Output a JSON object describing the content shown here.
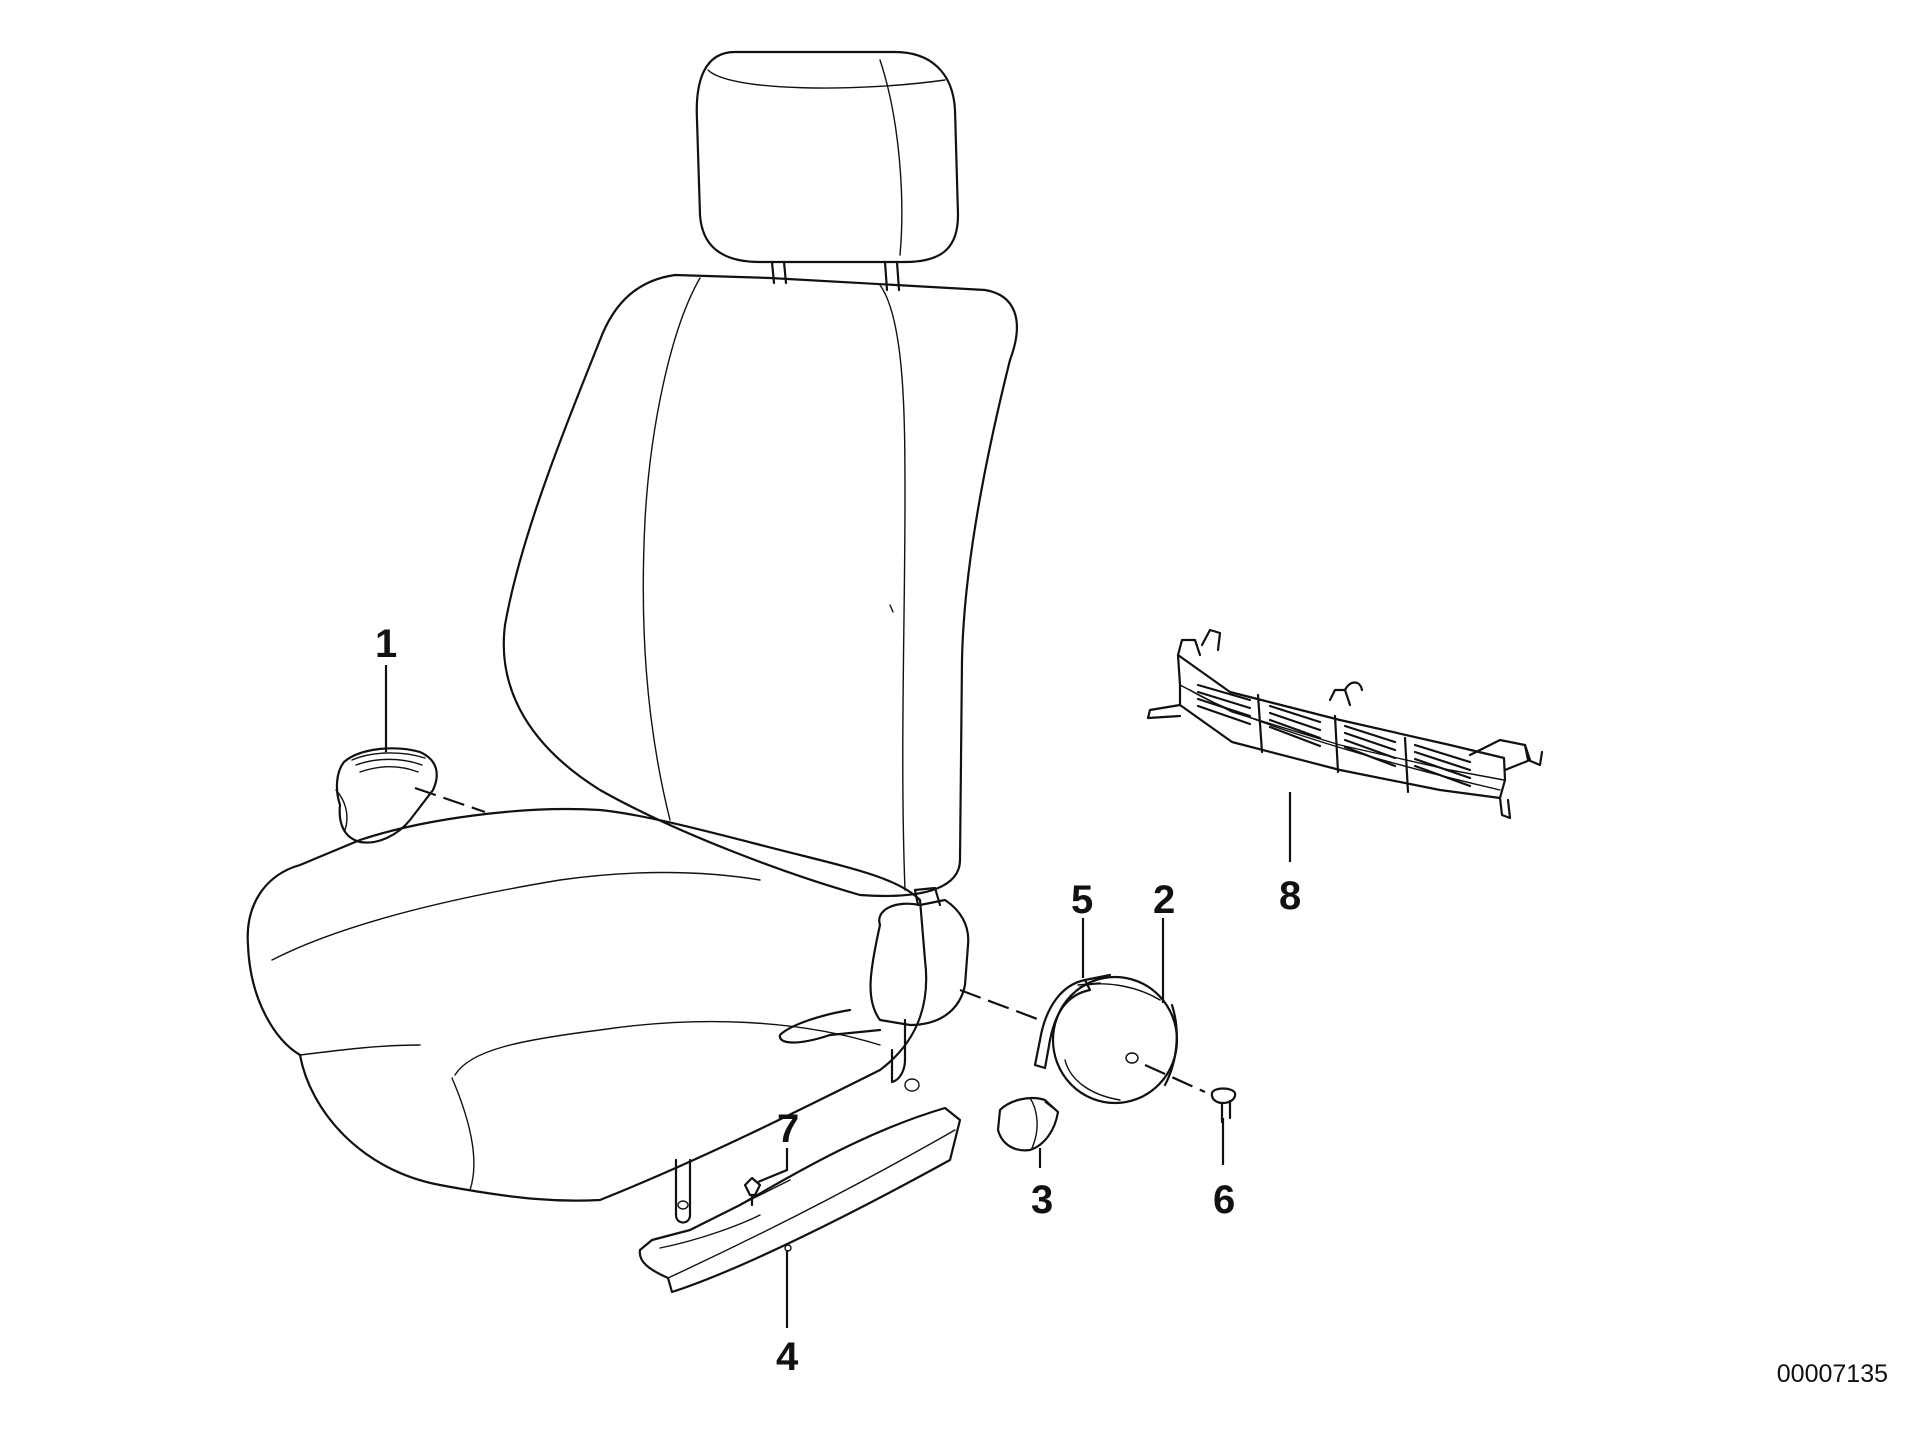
{
  "diagram": {
    "callouts": [
      {
        "id": "1",
        "label": "1"
      },
      {
        "id": "2",
        "label": "2"
      },
      {
        "id": "3",
        "label": "3"
      },
      {
        "id": "4",
        "label": "4"
      },
      {
        "id": "5",
        "label": "5"
      },
      {
        "id": "6",
        "label": "6"
      },
      {
        "id": "7",
        "label": "7"
      },
      {
        "id": "8",
        "label": "8"
      }
    ],
    "document_number": "00007135"
  }
}
